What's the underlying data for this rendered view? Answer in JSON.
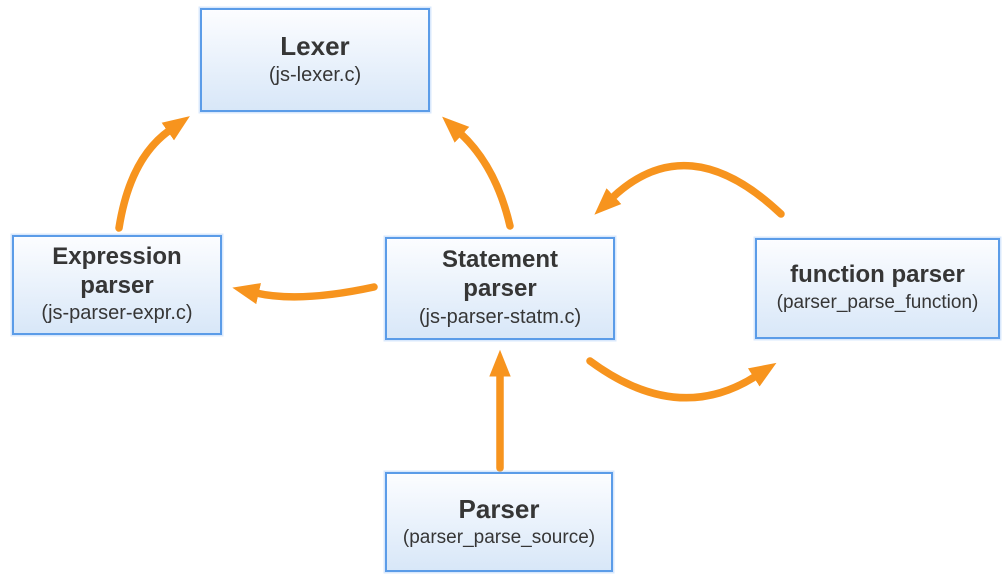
{
  "diagram": {
    "type": "flow-diagram",
    "colors": {
      "arrow": "#F7941E",
      "box_border": "#5B9CE8",
      "box_fill_top": "#FCFDFF",
      "box_fill_bottom": "#D8E7F8",
      "text": "#363636",
      "background": "#ffffff"
    },
    "nodes": {
      "lexer": {
        "title": "Lexer",
        "subtitle": "(js-lexer.c)"
      },
      "expression_parser": {
        "title": "Expression parser",
        "subtitle": "(js-parser-expr.c)"
      },
      "statement_parser": {
        "title": "Statement parser",
        "subtitle": "(js-parser-statm.c)"
      },
      "function_parser": {
        "title": "function parser",
        "subtitle": "(parser_parse_function)"
      },
      "parser": {
        "title": "Parser",
        "subtitle": "(parser_parse_source)"
      }
    },
    "edges": [
      {
        "from": "expression_parser",
        "to": "lexer"
      },
      {
        "from": "statement_parser",
        "to": "lexer"
      },
      {
        "from": "statement_parser",
        "to": "expression_parser"
      },
      {
        "from": "function_parser",
        "to": "statement_parser"
      },
      {
        "from": "statement_parser",
        "to": "function_parser"
      },
      {
        "from": "parser",
        "to": "statement_parser"
      }
    ]
  }
}
